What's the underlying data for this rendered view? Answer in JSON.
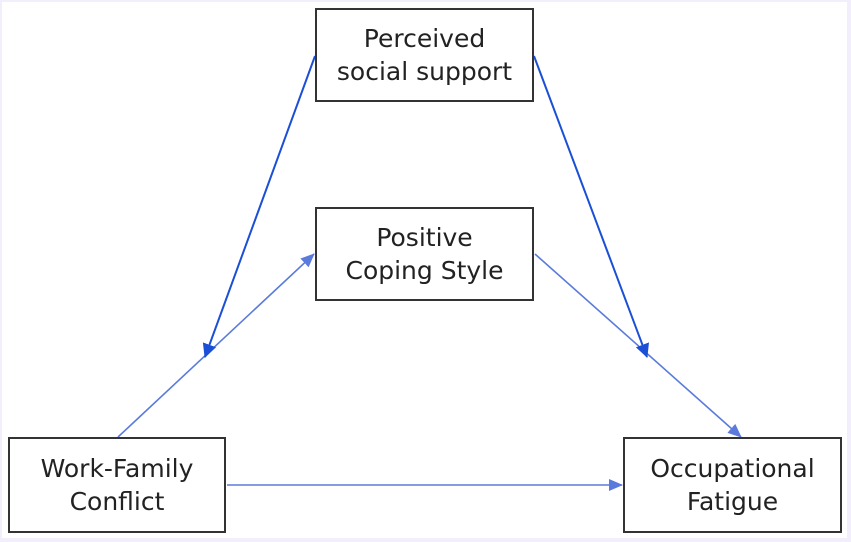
{
  "diagram": {
    "nodes": [
      {
        "id": "pss",
        "lines": [
          "Perceived",
          "social support"
        ]
      },
      {
        "id": "pcs",
        "lines": [
          "Positive",
          "Coping Style"
        ]
      },
      {
        "id": "wfc",
        "lines": [
          "Work-Family",
          "Conflict"
        ]
      },
      {
        "id": "of",
        "lines": [
          "Occupational",
          "Fatigue"
        ]
      }
    ],
    "edges": [
      {
        "from": "wfc",
        "to": "pcs",
        "style": "path"
      },
      {
        "from": "pcs",
        "to": "of",
        "style": "path"
      },
      {
        "from": "wfc",
        "to": "of",
        "style": "path"
      },
      {
        "from": "pss",
        "to": "wfc-pcs path",
        "style": "moderation"
      },
      {
        "from": "pss",
        "to": "pcs-of path",
        "style": "moderation"
      }
    ],
    "colors": {
      "path_arrow": "#5b7bdc",
      "moderation_arrow": "#1a4fd6",
      "box_border": "#333333",
      "background": "#f3eefb"
    }
  }
}
